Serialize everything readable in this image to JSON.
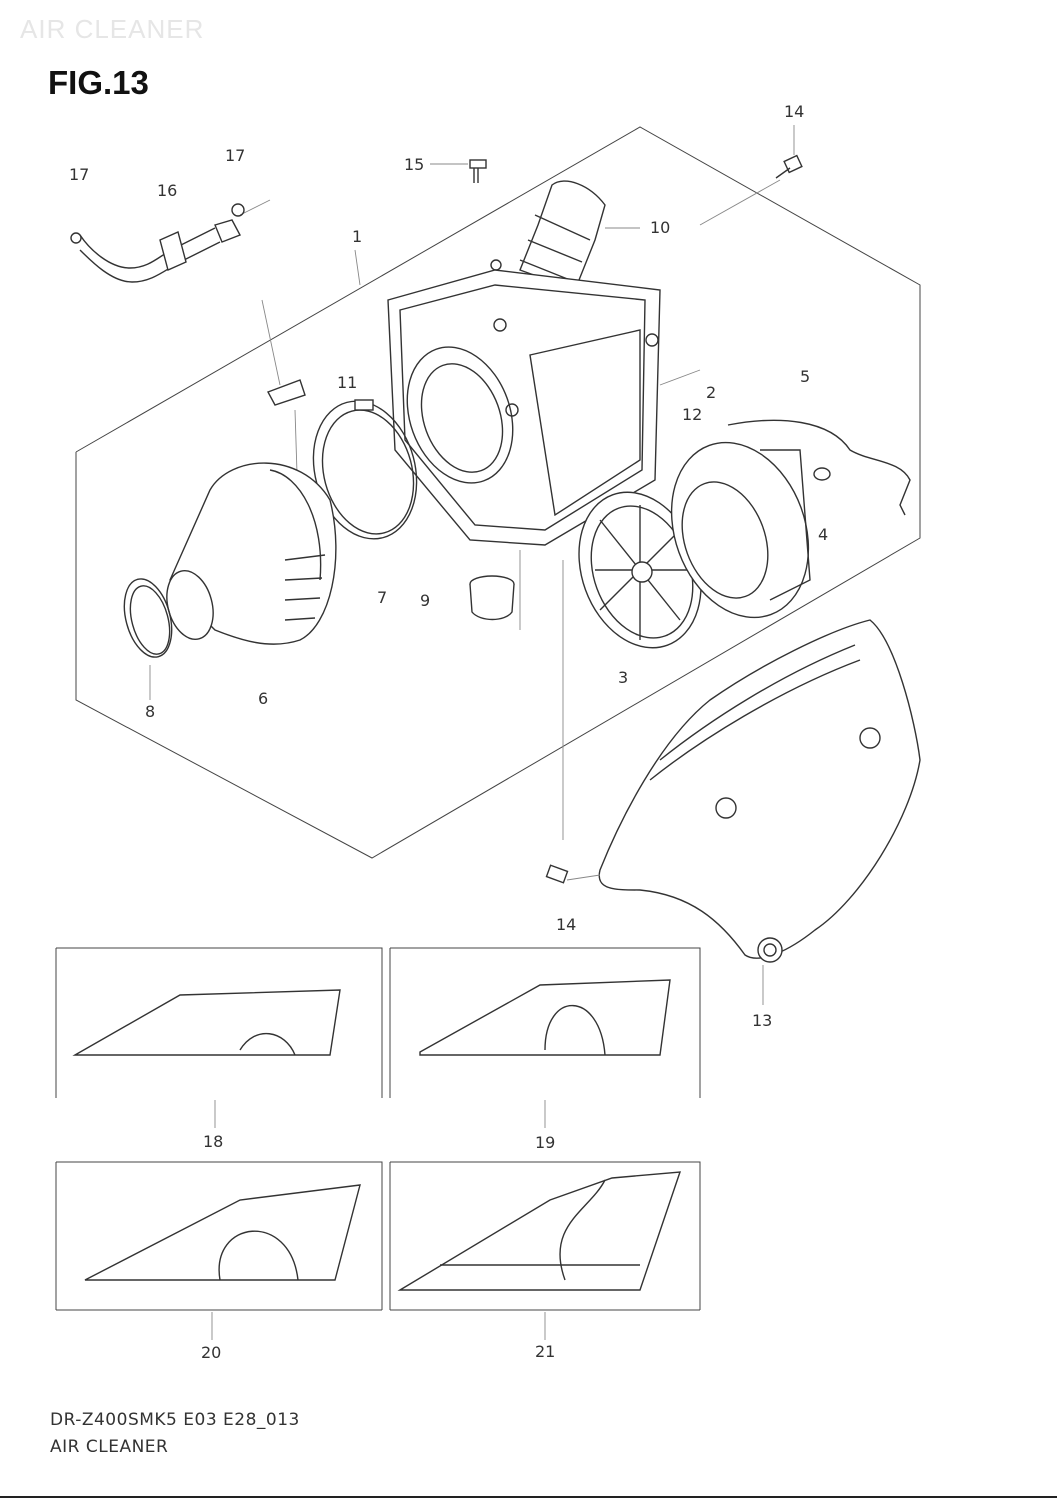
{
  "watermark": "AIR CLEANER",
  "figure": {
    "title": "FIG.13"
  },
  "labels": {
    "p1": "1",
    "p2": "2",
    "p3": "3",
    "p4": "4",
    "p5": "5",
    "p6": "6",
    "p7": "7",
    "p8": "8",
    "p9": "9",
    "p10": "10",
    "p11": "11",
    "p12": "12",
    "p13": "13",
    "p14a": "14",
    "p14b": "14",
    "p15": "15",
    "p16": "16",
    "p17a": "17",
    "p17b": "17",
    "p18": "18",
    "p19": "19",
    "p20": "20",
    "p21": "21"
  },
  "footer": {
    "code": "DR-Z400SMK5 E03 E28_013",
    "name": "AIR CLEANER"
  }
}
